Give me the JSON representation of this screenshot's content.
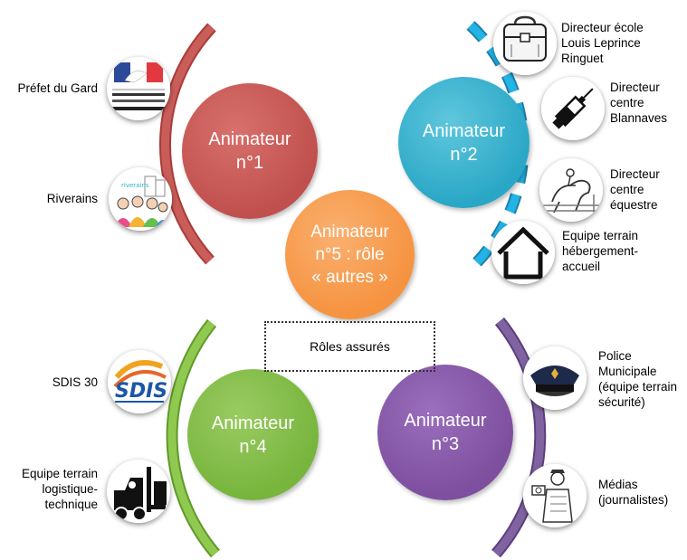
{
  "colors": {
    "animator1": "#c0504d",
    "animator2": "#33b3cf",
    "animator3": "#7f4f9f",
    "animator4": "#79b83f",
    "animator5": "#f79646"
  },
  "center_box": {
    "label": "Rôles assurés"
  },
  "animators": [
    {
      "label": "Animateur\nn°1"
    },
    {
      "label": "Animateur\nn°2"
    },
    {
      "label": "Animateur\nn°3"
    },
    {
      "label": "Animateur\nn°4"
    },
    {
      "label": "Animateur\nn°5 : rôle\n« autres »"
    }
  ],
  "stakeholders": [
    {
      "label": "Préfet du Gard",
      "icon": "prefecture-logo-icon"
    },
    {
      "label": "Riverains",
      "icon": "residents-crowd-icon"
    },
    {
      "label": "Directeur école\nLouis Leprince\nRinguet",
      "icon": "schoolbag-icon"
    },
    {
      "label": "Directeur\ncentre\nBlannaves",
      "icon": "syringe-icon"
    },
    {
      "label": "Directeur\ncentre\néquestre",
      "icon": "horse-rider-icon"
    },
    {
      "label": "Equipe terrain\nhébergement-\naccueil",
      "icon": "house-icon"
    },
    {
      "label": "Police\nMunicipale\n(équipe terrain\nsécurité)",
      "icon": "police-cap-icon"
    },
    {
      "label": "Médias\n(journalistes)",
      "icon": "journalist-icon"
    },
    {
      "label": "SDIS 30",
      "icon": "sdis-logo-icon",
      "logo_text": "SDIS"
    },
    {
      "label": "Equipe terrain\nlogistique-\ntechnique",
      "icon": "forklift-icon"
    }
  ]
}
